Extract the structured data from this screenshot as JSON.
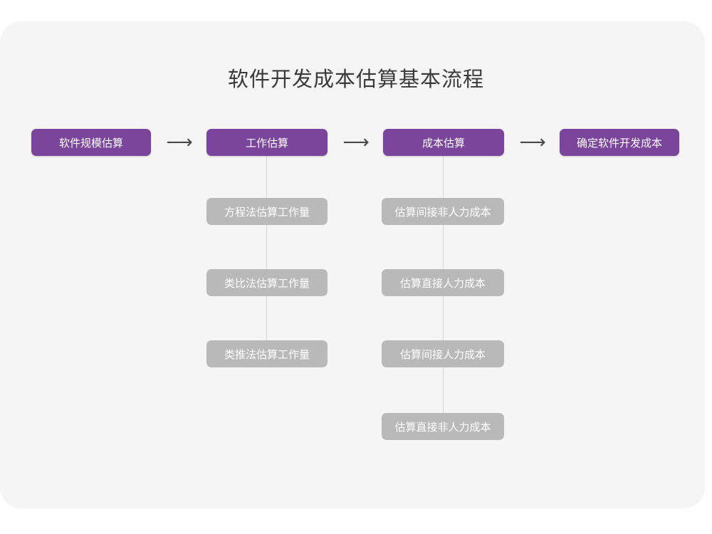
{
  "diagram": {
    "title": "软件开发成本估算基本流程",
    "arrow_glyph": "⟶",
    "colors": {
      "panel_background": "#f5f5f5",
      "page_background": "#ffffff",
      "primary_node": "#7a459b",
      "secondary_node": "#b9b9b9",
      "node_text": "#ffffff",
      "title_text": "#3a3a3a",
      "connector_line": "#d8d8d8",
      "arrow": "#4a4a4a"
    },
    "main_flow": [
      {
        "label": "软件规模估算"
      },
      {
        "label": "工作估算"
      },
      {
        "label": "成本估算"
      },
      {
        "label": "确定软件开发成本"
      }
    ],
    "arrows": [
      {
        "glyph": "⟶"
      },
      {
        "glyph": "⟶"
      },
      {
        "glyph": "⟶"
      }
    ],
    "branches": [
      {
        "parent": "工作估算",
        "items": [
          {
            "label": "方程法估算工作量"
          },
          {
            "label": "类比法估算工作量"
          },
          {
            "label": "类推法估算工作量"
          }
        ]
      },
      {
        "parent": "成本估算",
        "items": [
          {
            "label": "估算间接非人力成本"
          },
          {
            "label": "估算直接人力成本"
          },
          {
            "label": "估算间接人力成本"
          },
          {
            "label": "估算直接非人力成本"
          }
        ]
      }
    ]
  }
}
